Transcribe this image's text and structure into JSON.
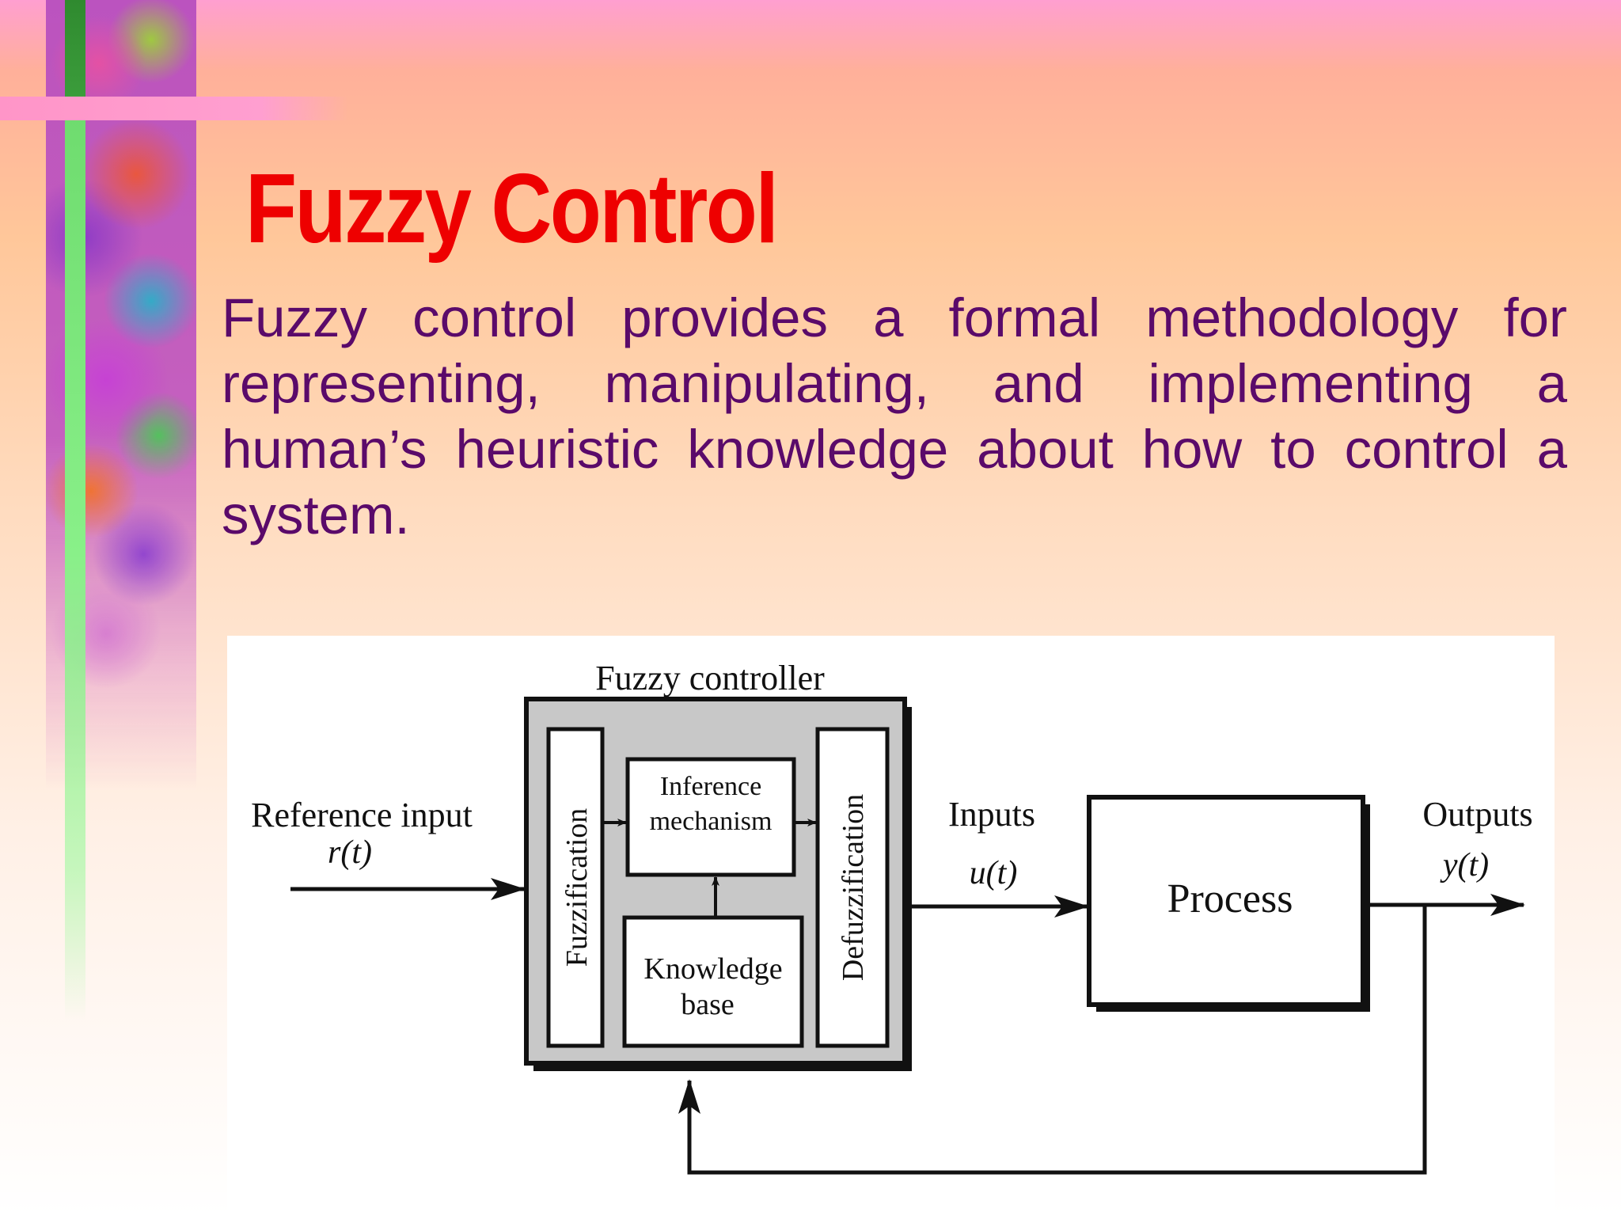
{
  "slide": {
    "title": "Fuzzy Control",
    "body": "Fuzzy control provides a formal methodology for representing, manipulating, and implementing a human’s heuristic knowledge about how to control a system."
  },
  "diagram": {
    "controller_label": "Fuzzy controller",
    "fuzzification": "Fuzzification",
    "inference_line1": "Inference",
    "inference_line2": "mechanism",
    "knowledge_line1": "Knowledge",
    "knowledge_line2": "base",
    "defuzzification": "Defuzzification",
    "reference_label": "Reference input",
    "reference_signal": "r(t)",
    "inputs_label": "Inputs",
    "inputs_signal": "u(t)",
    "process_label": "Process",
    "outputs_label": "Outputs",
    "outputs_signal": "y(t)"
  }
}
